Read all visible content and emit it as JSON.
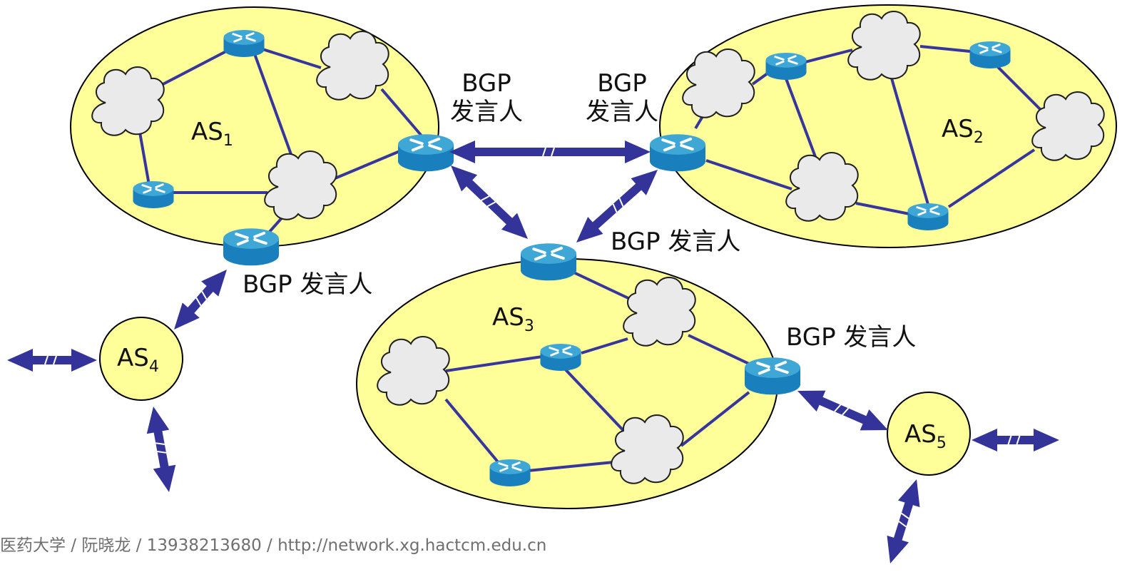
{
  "colors": {
    "as_fill": "#ffff99",
    "as_stroke": "#000000",
    "link": "#36369c",
    "arrow": "#333399",
    "cloud_fill": "#eaeaea",
    "cloud_stroke": "#1f1f1f",
    "router_top": "#3fa7d6",
    "router_side": "#1a7fbd"
  },
  "icons": {
    "router": "router-icon",
    "network": "cloud-network-icon"
  },
  "autonomous_systems": [
    {
      "id": "AS1",
      "label": "AS",
      "sub": "1"
    },
    {
      "id": "AS2",
      "label": "AS",
      "sub": "2"
    },
    {
      "id": "AS3",
      "label": "AS",
      "sub": "3"
    },
    {
      "id": "AS4",
      "label": "AS",
      "sub": "4"
    },
    {
      "id": "AS5",
      "label": "AS",
      "sub": "5"
    }
  ],
  "speaker_labels": {
    "as1_right_line1": "BGP",
    "as1_right_line2": "发言人",
    "as2_left_line1": "BGP",
    "as2_left_line2": "发言人",
    "as3_top": "BGP 发言人",
    "as1_bottom": "BGP 发言人",
    "as3_right": "BGP 发言人"
  },
  "footer": "医药大学 / 阮晓龙 / 13938213680 / http://network.xg.hactcm.edu.cn"
}
